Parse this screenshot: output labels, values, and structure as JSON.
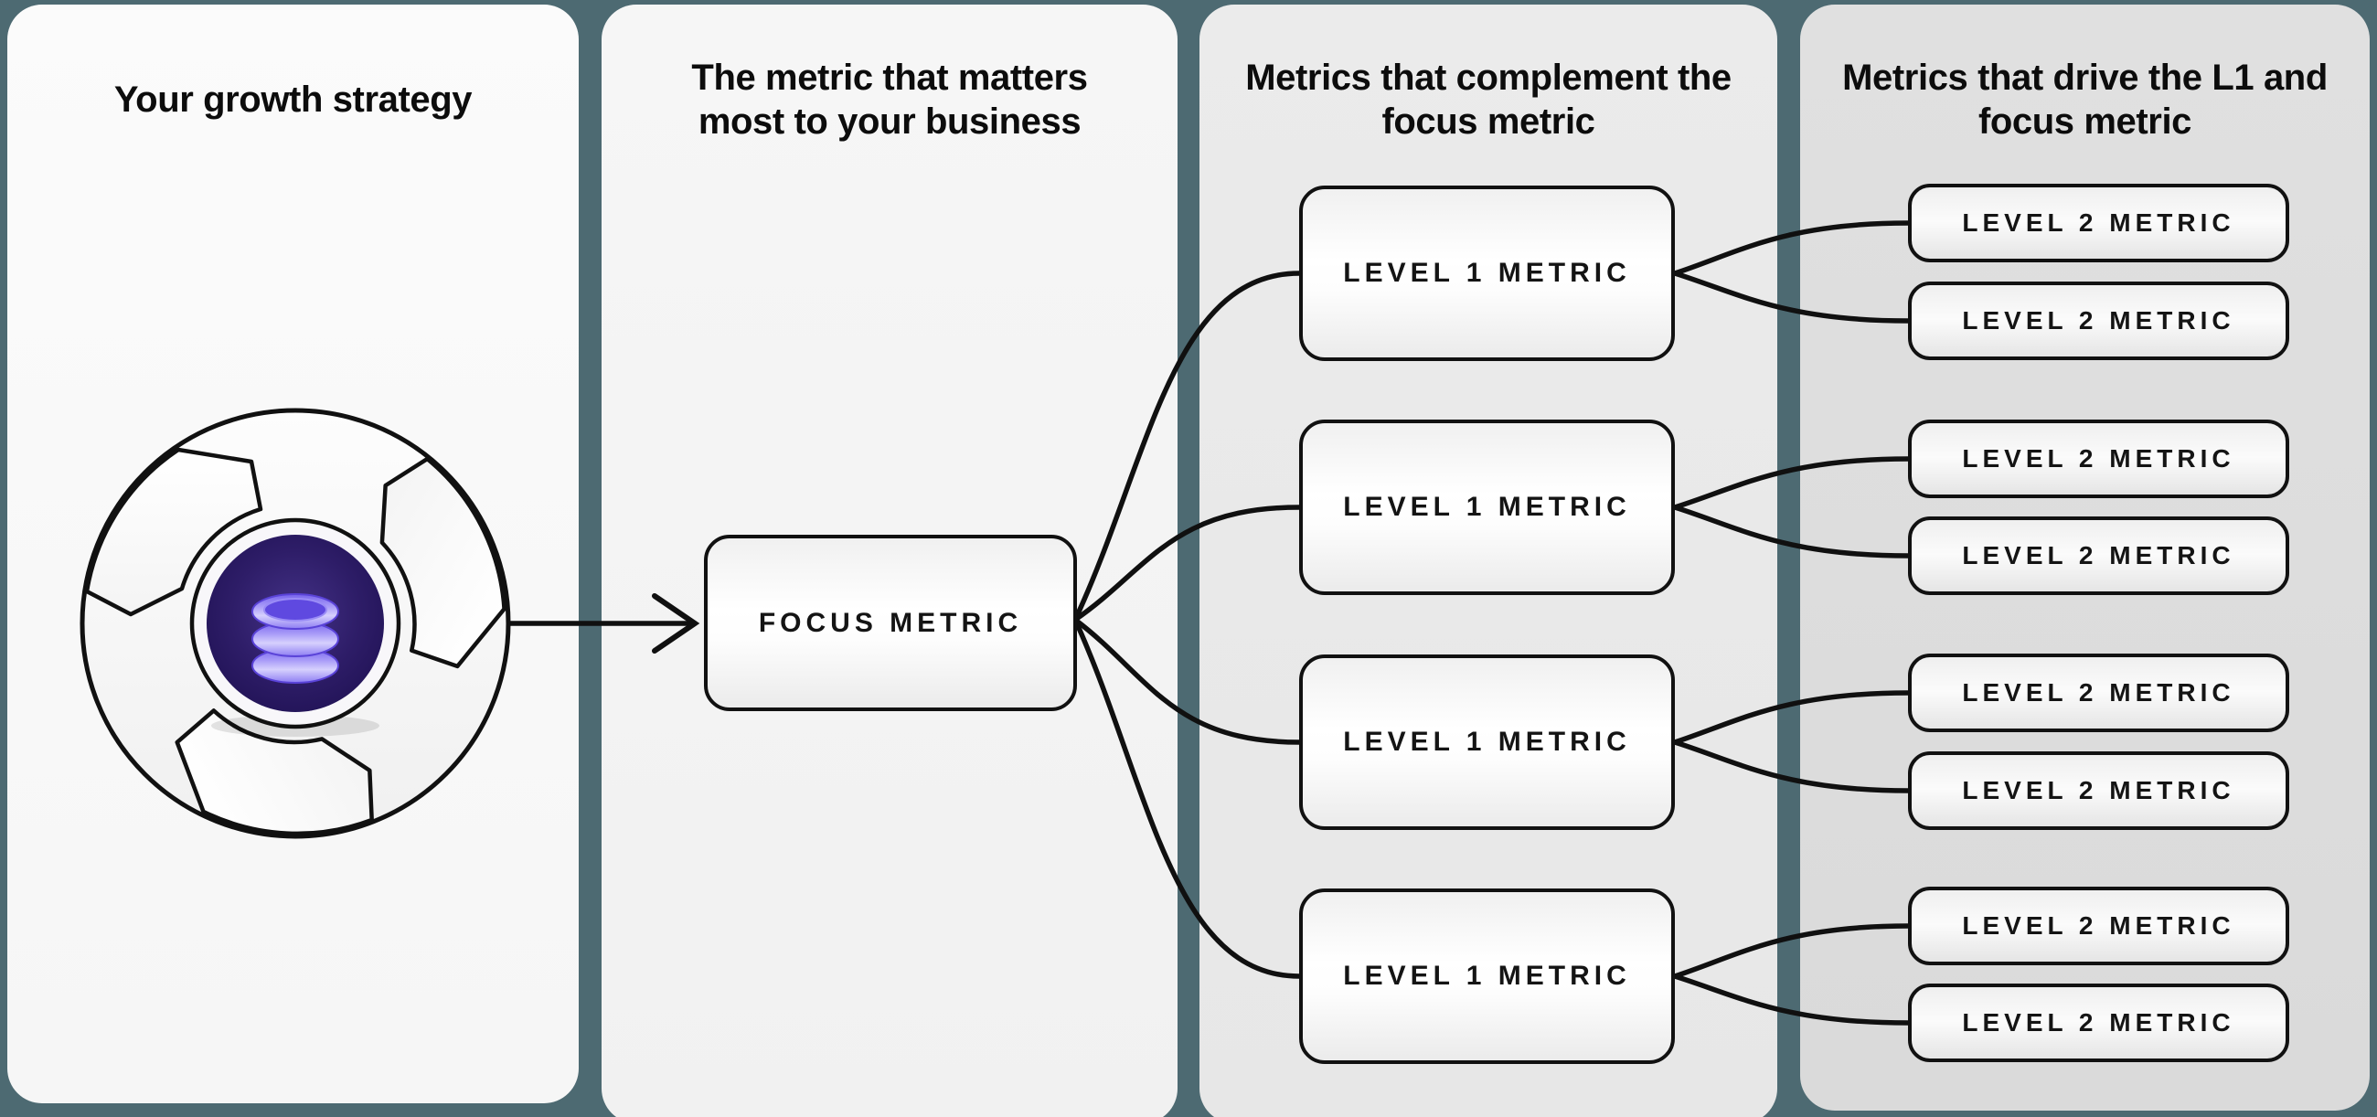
{
  "colors": {
    "background_teal": "#4d6a72",
    "panel_1": "#f8f8f8",
    "panel_2": "#f3f3f3",
    "panel_3": "#e9e9e9",
    "panel_4": "#dddddd",
    "line_black": "#101010",
    "hub_purple_dark": "#21135a",
    "hub_purple_mid": "#3b2a7c",
    "db_coin_purple": "#8373f2",
    "db_coin_highlight": "#d3ccfc"
  },
  "panels": [
    {
      "title": "Your growth strategy",
      "icon": "flywheel-database-icon"
    },
    {
      "title": "The metric that matters most to your business",
      "box_label": "FOCUS METRIC"
    },
    {
      "title": "Metrics that complement the focus metric",
      "boxes": [
        "LEVEL 1 METRIC",
        "LEVEL 1 METRIC",
        "LEVEL 1 METRIC",
        "LEVEL 1 METRIC"
      ]
    },
    {
      "title": "Metrics that drive the L1 and focus metric",
      "boxes": [
        "LEVEL 2 METRIC",
        "LEVEL 2 METRIC",
        "LEVEL 2 METRIC",
        "LEVEL 2 METRIC",
        "LEVEL 2 METRIC",
        "LEVEL 2 METRIC",
        "LEVEL 2 METRIC",
        "LEVEL 2 METRIC"
      ]
    }
  ]
}
